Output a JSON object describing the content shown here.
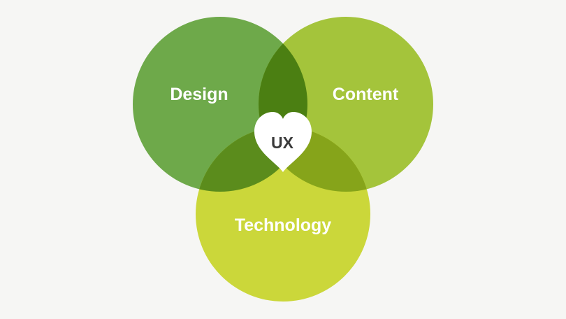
{
  "diagram": {
    "sets": [
      {
        "id": "design",
        "label": "Design",
        "color": "#6ea94a"
      },
      {
        "id": "content",
        "label": "Content",
        "color": "#a4c43b"
      },
      {
        "id": "technology",
        "label": "Technology",
        "color": "#cbd73a"
      }
    ],
    "overlaps": {
      "design_content": "#4b7f12",
      "design_technology": "#5b8c1c",
      "content_technology": "#86a41a"
    },
    "center": {
      "label": "UX",
      "icon": "heart-icon",
      "color": "#ffffff"
    },
    "background": "#f6f6f4"
  }
}
